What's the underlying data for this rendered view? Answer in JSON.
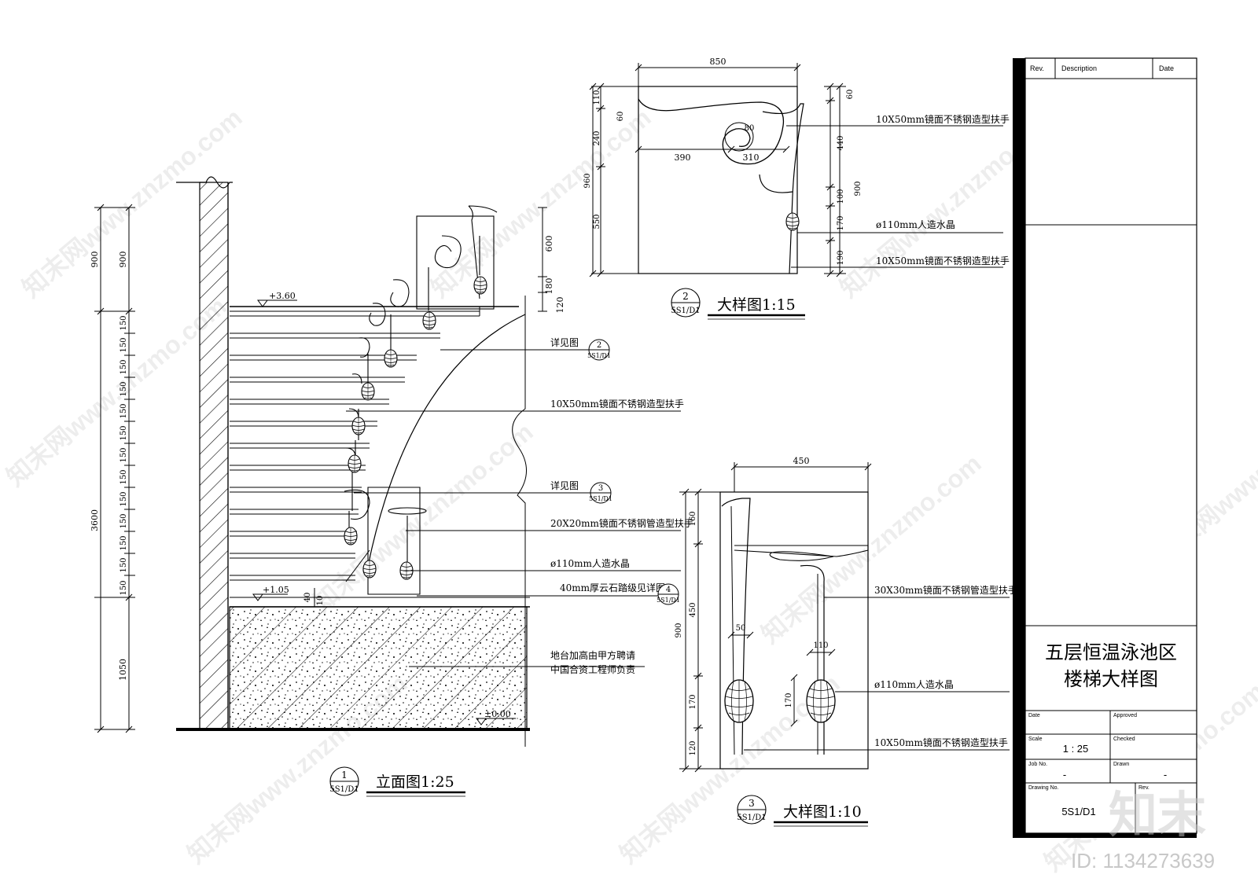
{
  "elevation": {
    "title": "立面图1:25",
    "bubble_no": "1",
    "bubble_ref": "5S1/D1",
    "level_top": "+3.60",
    "level_mid": "+1.05",
    "level_floor": "±0.00",
    "dim_total": "3600",
    "dim_900a": "900",
    "dim_900b": "900",
    "dim_1050": "1050",
    "riser": "150",
    "dim_600": "600",
    "dim_180": "180",
    "dim_120": "120",
    "dim_10": "10",
    "dim_40": "40",
    "note_detail2": "详见图",
    "note_detail2_no": "2",
    "note_detail2_ref": "5S1/D1",
    "note_rail": "10X50mm镜面不锈钢造型扶手",
    "note_detail3": "详见图",
    "note_detail3_no": "3",
    "note_detail3_ref": "5S1/D1",
    "note_tube": "20X20mm镜面不锈钢管造型扶手",
    "note_crystal": "ø110mm人造水晶",
    "note_tread": "40mm厚云石踏级见详图",
    "note_tread_no": "4",
    "note_tread_ref": "5S1/D1",
    "note_platform_1": "地台加高由甲方聘请",
    "note_platform_2": "中国合资工程师负责"
  },
  "detail2": {
    "title": "大样图1:15",
    "bubble_no": "2",
    "bubble_ref": "5S1/D1",
    "dim_850": "850",
    "dim_390": "390",
    "dim_310": "310",
    "dim_80": "80",
    "dim_110": "110",
    "dim_60l": "60",
    "dim_240": "240",
    "dim_960": "960",
    "dim_550": "550",
    "dim_60r": "60",
    "dim_440": "440",
    "dim_900": "900",
    "dim_100": "100",
    "dim_170": "170",
    "dim_190": "190",
    "note_rail_top": "10X50mm镜面不锈钢造型扶手",
    "note_crystal": "ø110mm人造水晶",
    "note_rail_bottom": "10X50mm镜面不锈钢造型扶手"
  },
  "detail3": {
    "title": "大样图1:10",
    "bubble_no": "3",
    "bubble_ref": "5S1/D1",
    "dim_450w": "450",
    "dim_160": "160",
    "dim_450h": "450",
    "dim_900": "900",
    "dim_170": "170",
    "dim_120": "120",
    "dim_50": "50",
    "dim_110": "110",
    "dim_170b": "170",
    "note_tube": "30X30mm镜面不锈钢管造型扶手",
    "note_crystal": "ø110mm人造水晶",
    "note_rail": "10X50mm镜面不锈钢造型扶手"
  },
  "title_block": {
    "rev_label": "Rev.",
    "desc_label": "Description",
    "date_label": "Date",
    "project_line1": "五层恒温泳池区",
    "project_line2": "楼梯大样图",
    "date_field": "Date",
    "approved_field": "Approved",
    "scale_field": "Scale",
    "scale_value": "1 : 25",
    "checked_field": "Checked",
    "job_field": "Job No.",
    "job_value": "-",
    "drawn_field": "Drawn",
    "drawn_value": "-",
    "drawing_field": "Drawing No.",
    "drawing_value": "5S1/D1",
    "rev_field": "Rev."
  },
  "watermark": {
    "site": "知末网www.znzmo.com",
    "logo": "知末",
    "id": "ID: 1134273639"
  }
}
